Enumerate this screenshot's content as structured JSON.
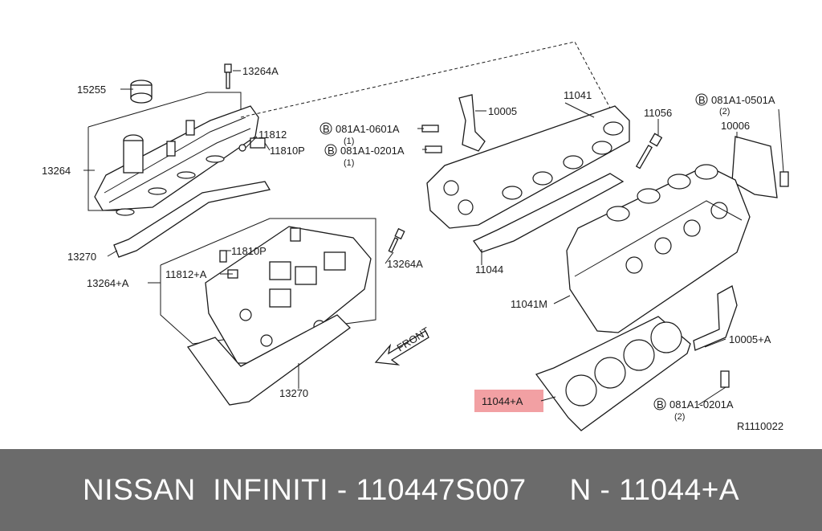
{
  "colors": {
    "footer_bg": "#6b6b6b",
    "highlight_fill": "#f2a0a3",
    "line": "#1a1a1a"
  },
  "callouts": {
    "c15255": "15255",
    "c13264A_top": "13264A",
    "c13264": "13264",
    "c11812": "11812",
    "c11810P": "11810P",
    "c13270_left": "13270",
    "c11810P_2": "11810P",
    "c13264A_mid": "13264A",
    "c13264_A": "13264+A",
    "c11812_A": "11812+A",
    "c13270_bottom": "13270",
    "c10005": "10005",
    "c081A1_0601A": "081A1-0601A",
    "c081A1_0601A_qty": "(1)",
    "c081A1_0201A": "081A1-0201A",
    "c081A1_0201A_qty": "(1)",
    "c11041": "11041",
    "c11056": "11056",
    "c081A1_0501A": "081A1-0501A",
    "c081A1_0501A_qty": "(2)",
    "c10006": "10006",
    "c11044": "11044",
    "c11041M": "11041M",
    "c10005_A": "10005+A",
    "c11044_A": "11044+A",
    "c081A1_0201A_b": "081A1-0201A",
    "c081A1_0201A_b_qty": "(2)",
    "front": "FRONT",
    "bolt_prefix": "B",
    "ref": "R1110022"
  },
  "footer": {
    "text": "NISSAN  INFINITI - 110447S007     N - 11044+A"
  }
}
